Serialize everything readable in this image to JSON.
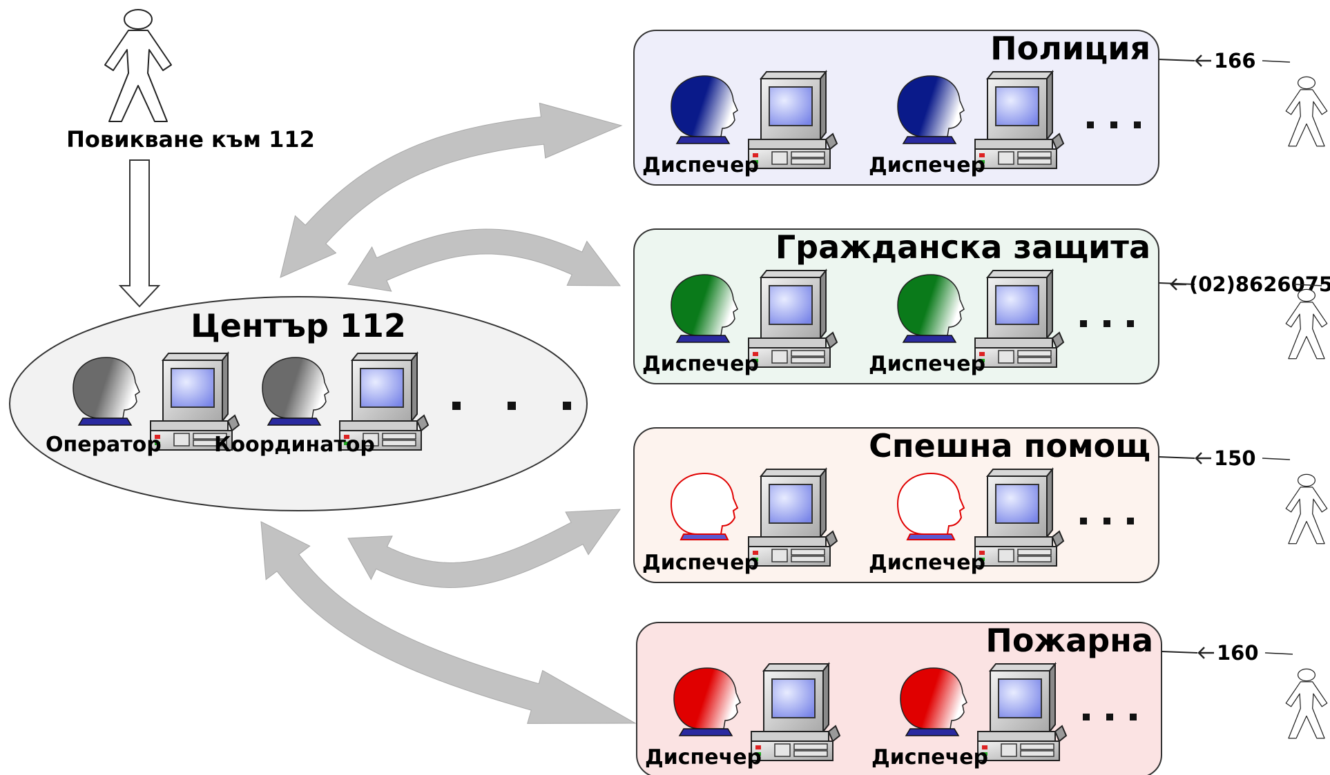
{
  "caller": {
    "label": "Повикване към 112"
  },
  "center": {
    "title": "Център 112",
    "staff": [
      {
        "label": "Оператор",
        "color": "#6b6b6b"
      },
      {
        "label": "Координатор",
        "color": "#6b6b6b"
      }
    ]
  },
  "services": [
    {
      "id": "police",
      "title": "Полиция",
      "phone": "166",
      "bg": "#eeeefa",
      "head": "#0a1a8a",
      "dispatchers": [
        "Диспечер",
        "Диспечер"
      ]
    },
    {
      "id": "civil-protection",
      "title": "Гражданска защита",
      "phone": "(02)8626075",
      "bg": "#edf6f0",
      "head": "#0a7a1a",
      "dispatchers": [
        "Диспечер",
        "Диспечер"
      ]
    },
    {
      "id": "ambulance",
      "title": "Спешна помощ",
      "phone": "150",
      "bg": "#fdf3ee",
      "head": "outline-red",
      "dispatchers": [
        "Диспечер",
        "Диспечер"
      ]
    },
    {
      "id": "fire",
      "title": "Пожарна",
      "phone": "160",
      "bg": "#fbe3e3",
      "head": "#e00000",
      "dispatchers": [
        "Диспечер",
        "Диспечер"
      ]
    }
  ]
}
